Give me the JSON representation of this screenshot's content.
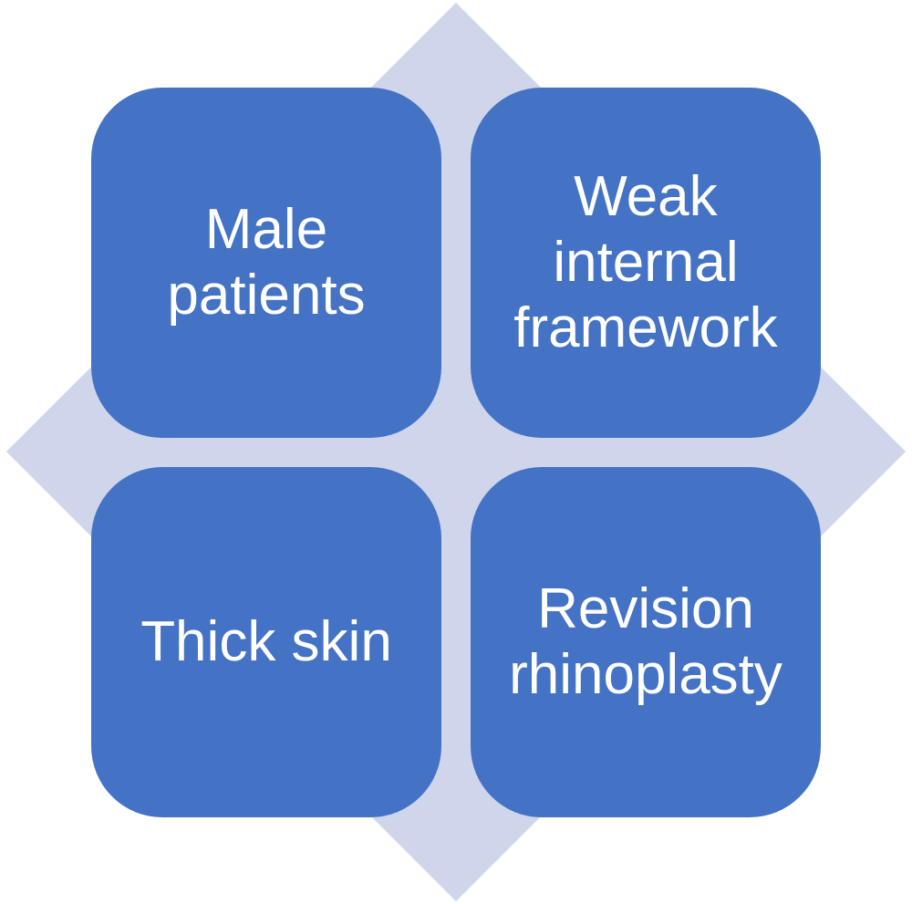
{
  "colors": {
    "background": "#ffffff",
    "diamond": "#cfd5ea",
    "box_fill": "#4472c4",
    "box_text": "#ffffff"
  },
  "quadrants": [
    {
      "lines": [
        "Male",
        "patients"
      ]
    },
    {
      "lines": [
        "Weak",
        "internal",
        "framework"
      ]
    },
    {
      "lines": [
        "Thick skin"
      ]
    },
    {
      "lines": [
        "Revision",
        "rhinoplasty"
      ]
    }
  ]
}
